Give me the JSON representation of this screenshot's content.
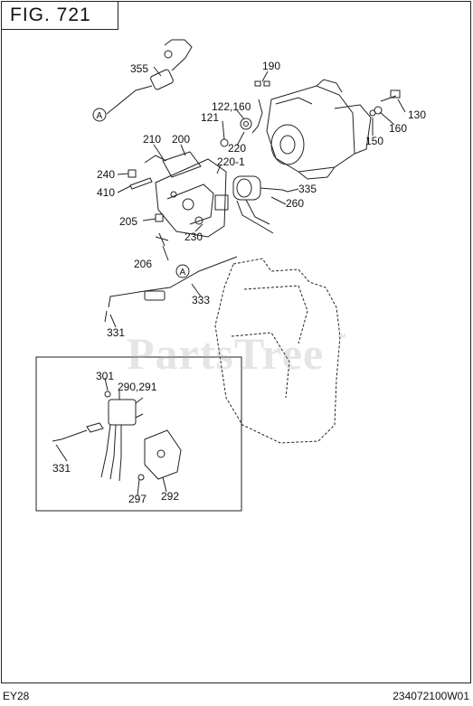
{
  "figure": {
    "title": "FIG. 721"
  },
  "footer": {
    "left": "EY28",
    "right": "234072100W01"
  },
  "watermark": {
    "text": "PartsTree",
    "mark": "™"
  },
  "callouts": {
    "c355": "355",
    "c190": "190",
    "c122_160": "122,160",
    "c121": "121",
    "c130": "130",
    "c160": "160",
    "c150": "150",
    "c220": "220",
    "c210": "210",
    "c200": "200",
    "c220_1": "220-1",
    "c240": "240",
    "c410": "410",
    "c335": "335",
    "c260": "260",
    "c205": "205",
    "c230": "230",
    "c206": "206",
    "c333": "333",
    "c331a": "331",
    "c301": "301",
    "c290_291": "290,291",
    "c331b": "331",
    "c297": "297",
    "c292": "292"
  },
  "connectors": {
    "a1": "A",
    "a2": "A"
  },
  "colors": {
    "line": "#222222",
    "watermark": "#a0a0a0"
  }
}
